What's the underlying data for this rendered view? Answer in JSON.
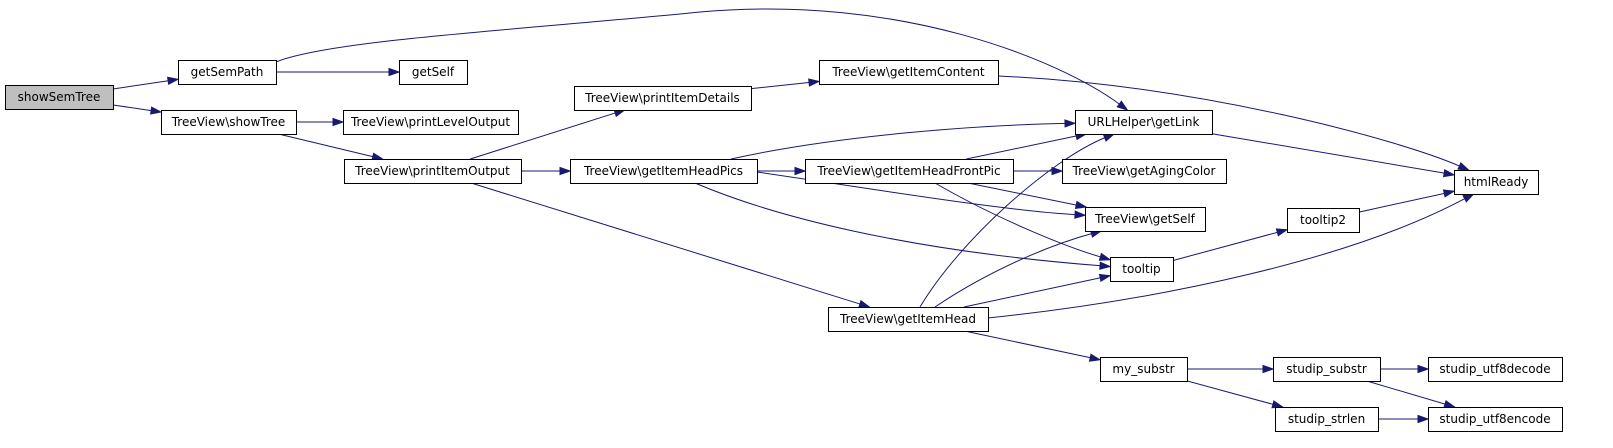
{
  "graph": {
    "colors": {
      "edge": "#191970",
      "root_fill": "#bfbfbf",
      "node_fill": "#ffffff",
      "border": "#000000"
    },
    "nodes": [
      {
        "id": "showSemTree",
        "label": "showSemTree",
        "root": true
      },
      {
        "id": "getSemPath",
        "label": "getSemPath"
      },
      {
        "id": "getSelf",
        "label": "getSelf"
      },
      {
        "id": "showTree",
        "label": "TreeView\\showTree"
      },
      {
        "id": "printLevelOutput",
        "label": "TreeView\\printLevelOutput"
      },
      {
        "id": "printItemOutput",
        "label": "TreeView\\printItemOutput"
      },
      {
        "id": "printItemDetails",
        "label": "TreeView\\printItemDetails"
      },
      {
        "id": "getItemContent",
        "label": "TreeView\\getItemContent"
      },
      {
        "id": "getItemHeadPics",
        "label": "TreeView\\getItemHeadPics"
      },
      {
        "id": "getItemHeadFrontPic",
        "label": "TreeView\\getItemHeadFrontPic"
      },
      {
        "id": "getAgingColor",
        "label": "TreeView\\getAgingColor"
      },
      {
        "id": "getLink",
        "label": "URLHelper\\getLink"
      },
      {
        "id": "tvGetSelf",
        "label": "TreeView\\getSelf"
      },
      {
        "id": "tooltip",
        "label": "tooltip"
      },
      {
        "id": "tooltip2",
        "label": "tooltip2"
      },
      {
        "id": "htmlReady",
        "label": "htmlReady"
      },
      {
        "id": "getItemHead",
        "label": "TreeView\\getItemHead"
      },
      {
        "id": "my_substr",
        "label": "my_substr"
      },
      {
        "id": "studip_substr",
        "label": "studip_substr"
      },
      {
        "id": "studip_strlen",
        "label": "studip_strlen"
      },
      {
        "id": "studip_utf8decode",
        "label": "studip_utf8decode"
      },
      {
        "id": "studip_utf8encode",
        "label": "studip_utf8encode"
      }
    ],
    "edges": [
      [
        "showSemTree",
        "getSemPath"
      ],
      [
        "showSemTree",
        "showTree"
      ],
      [
        "getSemPath",
        "getSelf"
      ],
      [
        "getSemPath",
        "getLink"
      ],
      [
        "showTree",
        "printLevelOutput"
      ],
      [
        "showTree",
        "printItemOutput"
      ],
      [
        "printItemOutput",
        "printItemDetails"
      ],
      [
        "printItemOutput",
        "getItemHeadPics"
      ],
      [
        "printItemOutput",
        "getItemHead"
      ],
      [
        "printItemDetails",
        "getItemContent"
      ],
      [
        "getItemContent",
        "htmlReady"
      ],
      [
        "getItemHeadPics",
        "getLink"
      ],
      [
        "getItemHeadPics",
        "getItemHeadFrontPic"
      ],
      [
        "getItemHeadPics",
        "tvGetSelf"
      ],
      [
        "getItemHeadPics",
        "tooltip"
      ],
      [
        "getItemHeadFrontPic",
        "getLink"
      ],
      [
        "getItemHeadFrontPic",
        "getAgingColor"
      ],
      [
        "getItemHeadFrontPic",
        "tvGetSelf"
      ],
      [
        "getItemHeadFrontPic",
        "tooltip"
      ],
      [
        "getLink",
        "htmlReady"
      ],
      [
        "tooltip",
        "tooltip2"
      ],
      [
        "tooltip2",
        "htmlReady"
      ],
      [
        "getItemHead",
        "getLink"
      ],
      [
        "getItemHead",
        "tvGetSelf"
      ],
      [
        "getItemHead",
        "tooltip"
      ],
      [
        "getItemHead",
        "htmlReady"
      ],
      [
        "getItemHead",
        "my_substr"
      ],
      [
        "my_substr",
        "studip_substr"
      ],
      [
        "my_substr",
        "studip_strlen"
      ],
      [
        "studip_substr",
        "studip_utf8decode"
      ],
      [
        "studip_substr",
        "studip_utf8encode"
      ],
      [
        "studip_strlen",
        "studip_utf8encode"
      ]
    ]
  }
}
